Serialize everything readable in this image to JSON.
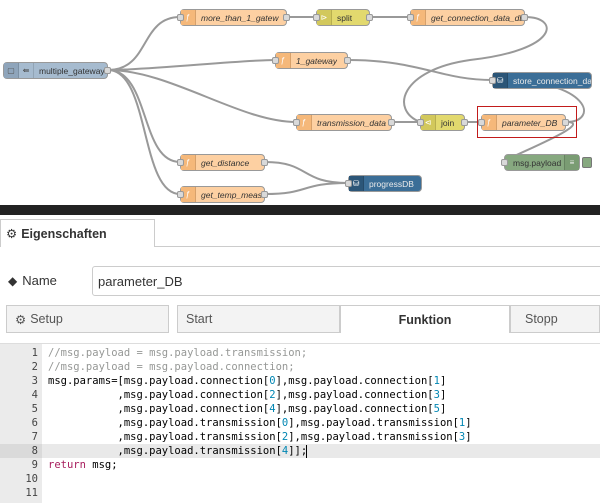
{
  "flow": {
    "nodes": {
      "multiple_gateways": "multiple_gateways",
      "more_than_1_gatew": "more_than_1_gatew",
      "split": "split",
      "get_connection_data_db": "get_connection_data_db",
      "gateway_1": "1_gateway",
      "store_connection_data": "store_connection_data",
      "transmission_data": "transmission_data",
      "join": "join",
      "parameter_DB": "parameter_DB",
      "msg_payload": "msg.payload",
      "get_distance": "get_distance",
      "get_temp_meas": "get_temp_meas",
      "progressDB": "progressDB"
    }
  },
  "panel": {
    "title": "Eigenschaften",
    "name_label": "Name",
    "name_value": "parameter_DB",
    "tabs": [
      "Setup",
      "Start",
      "Funktion",
      "Stopp"
    ],
    "active_tab": "Funktion"
  },
  "editor": {
    "line_numbers": [
      "1",
      "2",
      "3",
      "4",
      "5",
      "6",
      "7",
      "8",
      "9",
      "10",
      "11"
    ],
    "lines": [
      "//msg.payload = msg.payload.transmission;",
      "//msg.payload = msg.payload.connection;",
      "msg.params=[msg.payload.connection[0],msg.payload.connection[1]",
      "           ,msg.payload.connection[2],msg.payload.connection[3]",
      "           ,msg.payload.connection[4],msg.payload.connection[5]",
      "           ,msg.payload.transmission[0],msg.payload.transmission[1]",
      "           ,msg.payload.transmission[2],msg.payload.transmission[3]",
      "           ,msg.payload.transmission[4]];",
      "return msg;",
      "",
      ""
    ],
    "active_line": 8
  },
  "colors": {
    "function_node": "#fdd0a2",
    "split_node": "#e2d96e",
    "debug_node": "#87a980",
    "mysql_node": "#3b6e97",
    "inject_node": "#a6bbcf",
    "selection": "#c21b1b"
  }
}
